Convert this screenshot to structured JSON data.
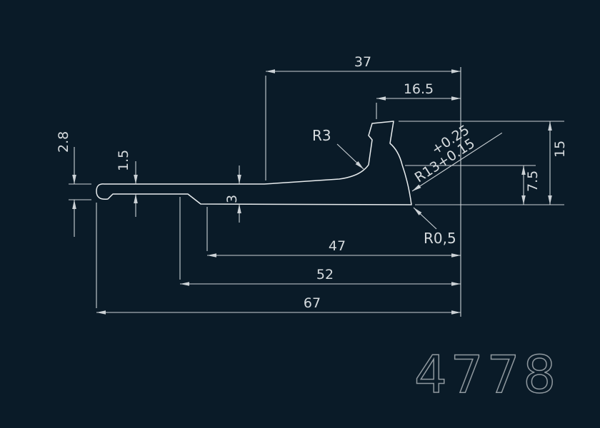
{
  "canvas": {
    "background": "#0a1b28",
    "line_color": "#ccd2d6",
    "text_color": "#d6dbde",
    "part_number": "4778"
  },
  "dimensions": {
    "width_37": "37",
    "width_16_5": "16.5",
    "height_2_8": "2.8",
    "height_1_5": "1.5",
    "height_3": "3",
    "width_47": "47",
    "width_52": "52",
    "width_67": "67",
    "height_15": "15",
    "height_7_5": "7.5",
    "radius_r3": "R3",
    "radius_r13_tol_upper": "+0.25",
    "radius_r13": "R13+0.15",
    "radius_r0_5": "R0,5"
  }
}
